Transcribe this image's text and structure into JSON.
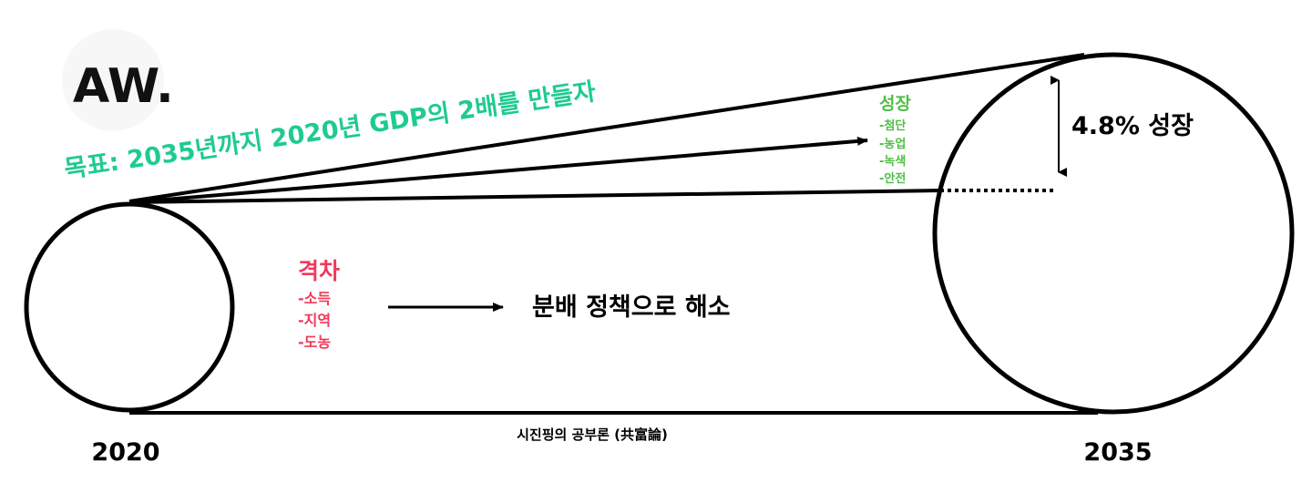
{
  "logo": {
    "text": "AW.",
    "colors": {
      "dark": "#111111",
      "accent": "#25c98f",
      "badge_bg": "#f6f7f6"
    }
  },
  "goal": {
    "text": "목표: 2035년까지 2020년 GDP의 2배를 만들자",
    "color": "#1fcb8f"
  },
  "growth": {
    "title": "성장",
    "items": [
      "-첨단",
      "-농업",
      "-녹색",
      "-안전"
    ],
    "color": "#4fbf45"
  },
  "gap": {
    "title": "격차",
    "items": [
      "-소득",
      "-지역",
      "-도농"
    ],
    "color": "#f03a5a"
  },
  "resolution": {
    "text": "분배 정책으로 해소"
  },
  "growth_rate": {
    "text": "4.8% 성장"
  },
  "base_caption": {
    "text": "시진핑의 공부론 (共富論)"
  },
  "years": {
    "start": "2020",
    "end": "2035"
  },
  "colors": {
    "line": "#000000",
    "background": "#ffffff"
  }
}
